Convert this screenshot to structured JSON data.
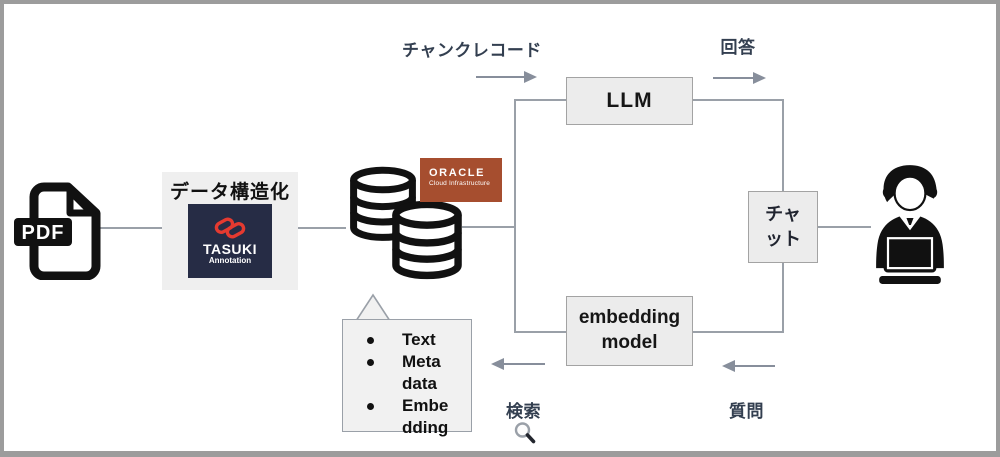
{
  "colors": {
    "line": "#9aa0a8",
    "arrow": "#878e9b",
    "box_fill": "#ececec",
    "box_border": "#a3a3a3",
    "label_text": "#333f50",
    "oracle_red": "#a64e2f",
    "tasuki_navy": "#262c45",
    "tasuki_red": "#e53a30",
    "frame": "#9c9c9c",
    "callout_fill": "#f1f1f1",
    "ink": "#111111"
  },
  "flow": {
    "chunk_record_label": "チャンクレコード",
    "answer_label": "回答",
    "search_label": "検索",
    "question_label": "質問"
  },
  "nodes": {
    "pdf": {
      "label": "PDF"
    },
    "tasuki": {
      "title": "データ構造化",
      "brand": "TASUKI",
      "brand_sub": "Annotation"
    },
    "database": {
      "vendor": "ORACLE",
      "vendor_sub": "Cloud Infrastructure"
    },
    "llm": {
      "label": "LLM"
    },
    "embedding_model": {
      "label": "embedding\nmodel"
    },
    "chat": {
      "label": "チャ\nット"
    }
  },
  "callout": {
    "items": [
      "Text",
      "Meta\ndata",
      "Embe\ndding"
    ]
  }
}
